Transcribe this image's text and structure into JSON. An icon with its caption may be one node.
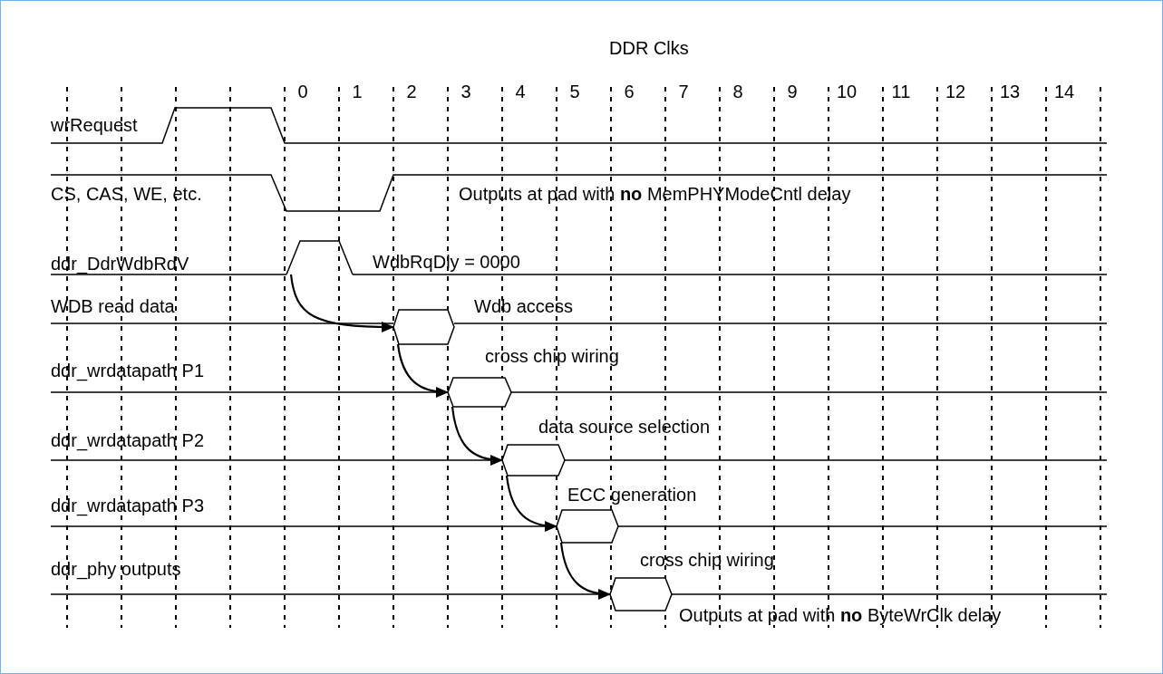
{
  "diagram": {
    "nodes": [
      {
        "text": [],
        "shape": "bar"
      },
      {
        "text": [],
        "shape": "box",
        "beside": [
          "Wdb access"
        ]
      },
      {
        "text": [],
        "shape": "box",
        "beside": [
          "cross chip wiring"
        ]
      },
      {
        "text": [],
        "shape": "box",
        "beside": [
          "data source selection"
        ]
      },
      {
        "text": [],
        "shape": "box",
        "beside": [
          "ECC generation"
        ]
      },
      {
        "text": [],
        "shape": "box",
        "beside": [
          "cross chip wiring"
        ]
      }
    ],
    "edges": [
      {
        "from": 0,
        "to": 1,
        "arrow": "to"
      },
      {
        "from": 1,
        "to": 2,
        "arrow": "to"
      },
      {
        "from": 2,
        "to": 3,
        "arrow": "to"
      },
      {
        "from": 3,
        "to": 4,
        "arrow": "to"
      },
      {
        "from": 4,
        "to": 5,
        "arrow": "to"
      }
    ],
    "labels": [
      "DDR Clks",
      "0",
      "1",
      "2",
      "3",
      "4",
      "5",
      "6",
      "7",
      "8",
      "9",
      "10",
      "11",
      "12",
      "13",
      "14",
      "wrRequest",
      "CS, CAS, WE, etc.",
      "Outputs at pad with **no** MemPHYModeCntl delay",
      "ddr_DdrWdbRdV",
      "WdbRqDly = 0000",
      "WDB read data",
      "ddr_wrdatapath P1",
      "ddr_wrdatapath P2",
      "ddr_wrdatapath P3",
      "ddr_phy outputs",
      "Outputs at pad with **no** ByteWrClk delay"
    ]
  }
}
